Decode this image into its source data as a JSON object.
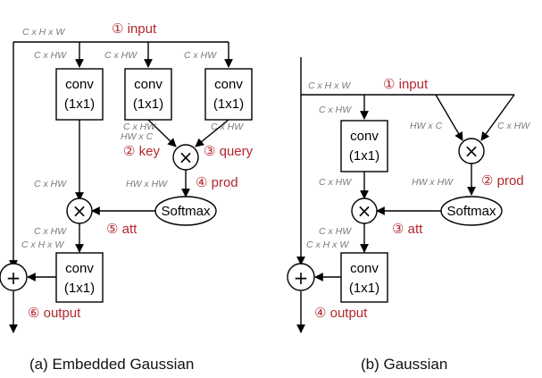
{
  "colors": {
    "step": "#b3262e",
    "dim": "#7a7a7a",
    "stroke": "#000000"
  },
  "icons": {
    "matmul": "times-circle",
    "add": "plus-circle",
    "arrow": "arrow-head"
  },
  "panel_a": {
    "caption": "(a) Embedded Gaussian",
    "steps": {
      "input": "① input",
      "key": "② key",
      "query": "③ query",
      "prod": "④ prod",
      "att": "⑤ att",
      "output": "⑥ output"
    },
    "dims": {
      "input": "C x H x W",
      "in_left": "C x HW",
      "in_mid": "C x HW",
      "in_right": "C x HW",
      "key_dim": "C x HW",
      "key_t": "HW x C",
      "query_dim": "C x HW",
      "prod_dim": "HW x HW",
      "att_in": "C x HW",
      "att_out1": "C x HW",
      "att_out2": "C x H x W"
    },
    "boxes": {
      "conv_left": [
        "conv",
        "(1x1)"
      ],
      "conv_key": [
        "conv",
        "(1x1)"
      ],
      "conv_query": [
        "conv",
        "(1x1)"
      ],
      "conv_out": [
        "conv",
        "(1x1)"
      ],
      "softmax": "Softmax"
    },
    "ops": {
      "matmul": "×",
      "add": "+"
    }
  },
  "panel_b": {
    "caption": "(b) Gaussian",
    "steps": {
      "input": "① input",
      "prod": "② prod",
      "att": "③ att",
      "output": "④ output"
    },
    "dims": {
      "input": "C x H x W",
      "in_left": "C x HW",
      "t_left": "HW x C",
      "t_right": "C x HW",
      "prod_dim": "HW x HW",
      "att_in": "C x HW",
      "att_out1": "C x HW",
      "att_out2": "C x H x W"
    },
    "boxes": {
      "conv_left": [
        "conv",
        "(1x1)"
      ],
      "conv_out": [
        "conv",
        "(1x1)"
      ],
      "softmax": "Softmax"
    },
    "ops": {
      "matmul": "×",
      "add": "+"
    }
  }
}
